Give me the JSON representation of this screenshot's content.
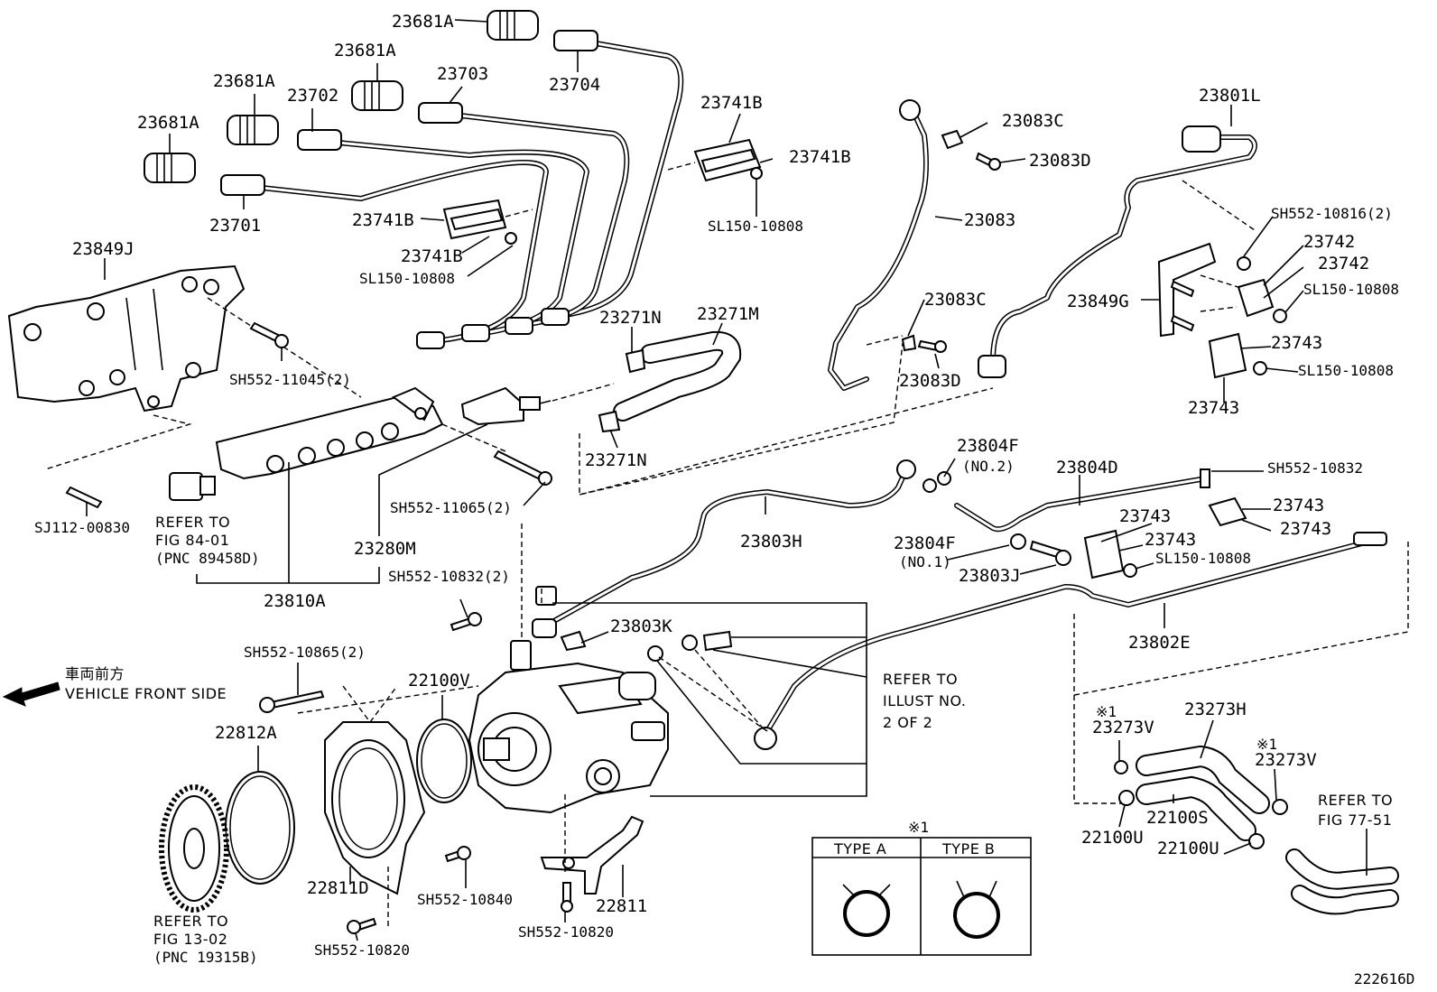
{
  "diagram": {
    "labels": {
      "p23681A_1": "23681A",
      "p23681A_2": "23681A",
      "p23681A_3": "23681A",
      "p23681A_4": "23681A",
      "p23702": "23702",
      "p23703": "23703",
      "p23704": "23704",
      "p23701": "23701",
      "p23741B_1": "23741B",
      "p23741B_2": "23741B",
      "p23741B_3": "23741B",
      "p23741B_4": "23741B",
      "sl150_1": "SL150-10808",
      "sl150_2": "SL150-10808",
      "p23849J": "23849J",
      "sh552_11045": "SH552-11045(2)",
      "p23271N_1": "23271N",
      "p23271M": "23271M",
      "p23271N_2": "23271N",
      "sh552_11065": "SH552-11065(2)",
      "sj112": "SJ112-00830",
      "p23280M": "23280M",
      "p23810A": "23810A",
      "sh552_10832_2": "SH552-10832(2)",
      "p23083C_1": "23083C",
      "p23083D_1": "23083D",
      "p23083": "23083",
      "p23083C_2": "23083C",
      "p23083D_2": "23083D",
      "p23801L": "23801L",
      "sh552_10816": "SH552-10816(2)",
      "p23742_1": "23742",
      "p23742_2": "23742",
      "p23849G": "23849G",
      "sl150_3": "SL150-10808",
      "p23743_1": "23743",
      "sl150_4": "SL150-10808",
      "p23743_2": "23743",
      "p23804F_2": "23804F",
      "no2": "(NO.2)",
      "p23804D": "23804D",
      "sh552_10832": "SH552-10832",
      "p23743_3": "23743",
      "p23743_4": "23743",
      "p23743_5": "23743",
      "p23743_6": "23743",
      "sl150_5": "SL150-10808",
      "p23803H": "23803H",
      "p23804F_1": "23804F",
      "no1": "(NO.1)",
      "p23803J": "23803J",
      "p23802E": "23802E",
      "p23803K": "23803K",
      "sh552_10865": "SH552-10865(2)",
      "p22100V": "22100V",
      "p22812A": "22812A",
      "p22811D": "22811D",
      "sh552_10840": "SH552-10840",
      "p22811": "22811",
      "sh552_10820_1": "SH552-10820",
      "sh552_10820_2": "SH552-10820",
      "p23273H": "23273H",
      "mark1a": "※1",
      "p23273V_1": "23273V",
      "mark1b": "※1",
      "p23273V_2": "23273V",
      "p22100S": "22100S",
      "p22100U_1": "22100U",
      "p22100U_2": "22100U",
      "diagram_id": "222616D"
    },
    "refs": {
      "fig8401_a": "REFER TO",
      "fig8401_b": "FIG 84-01",
      "fig8401_c": "(PNC 89458D)",
      "illust_a": "REFER TO",
      "illust_b": "ILLUST NO.",
      "illust_c": "2 OF 2",
      "fig1302_a": "REFER TO",
      "fig1302_b": "FIG 13-02",
      "fig1302_c": "(PNC 19315B)",
      "fig7751_a": "REFER TO",
      "fig7751_b": "FIG 77-51"
    },
    "direction": {
      "jp": "車両前方",
      "en": "VEHICLE FRONT SIDE"
    },
    "legend": {
      "mark": "※1",
      "type_a": "TYPE A",
      "type_b": "TYPE B"
    }
  }
}
